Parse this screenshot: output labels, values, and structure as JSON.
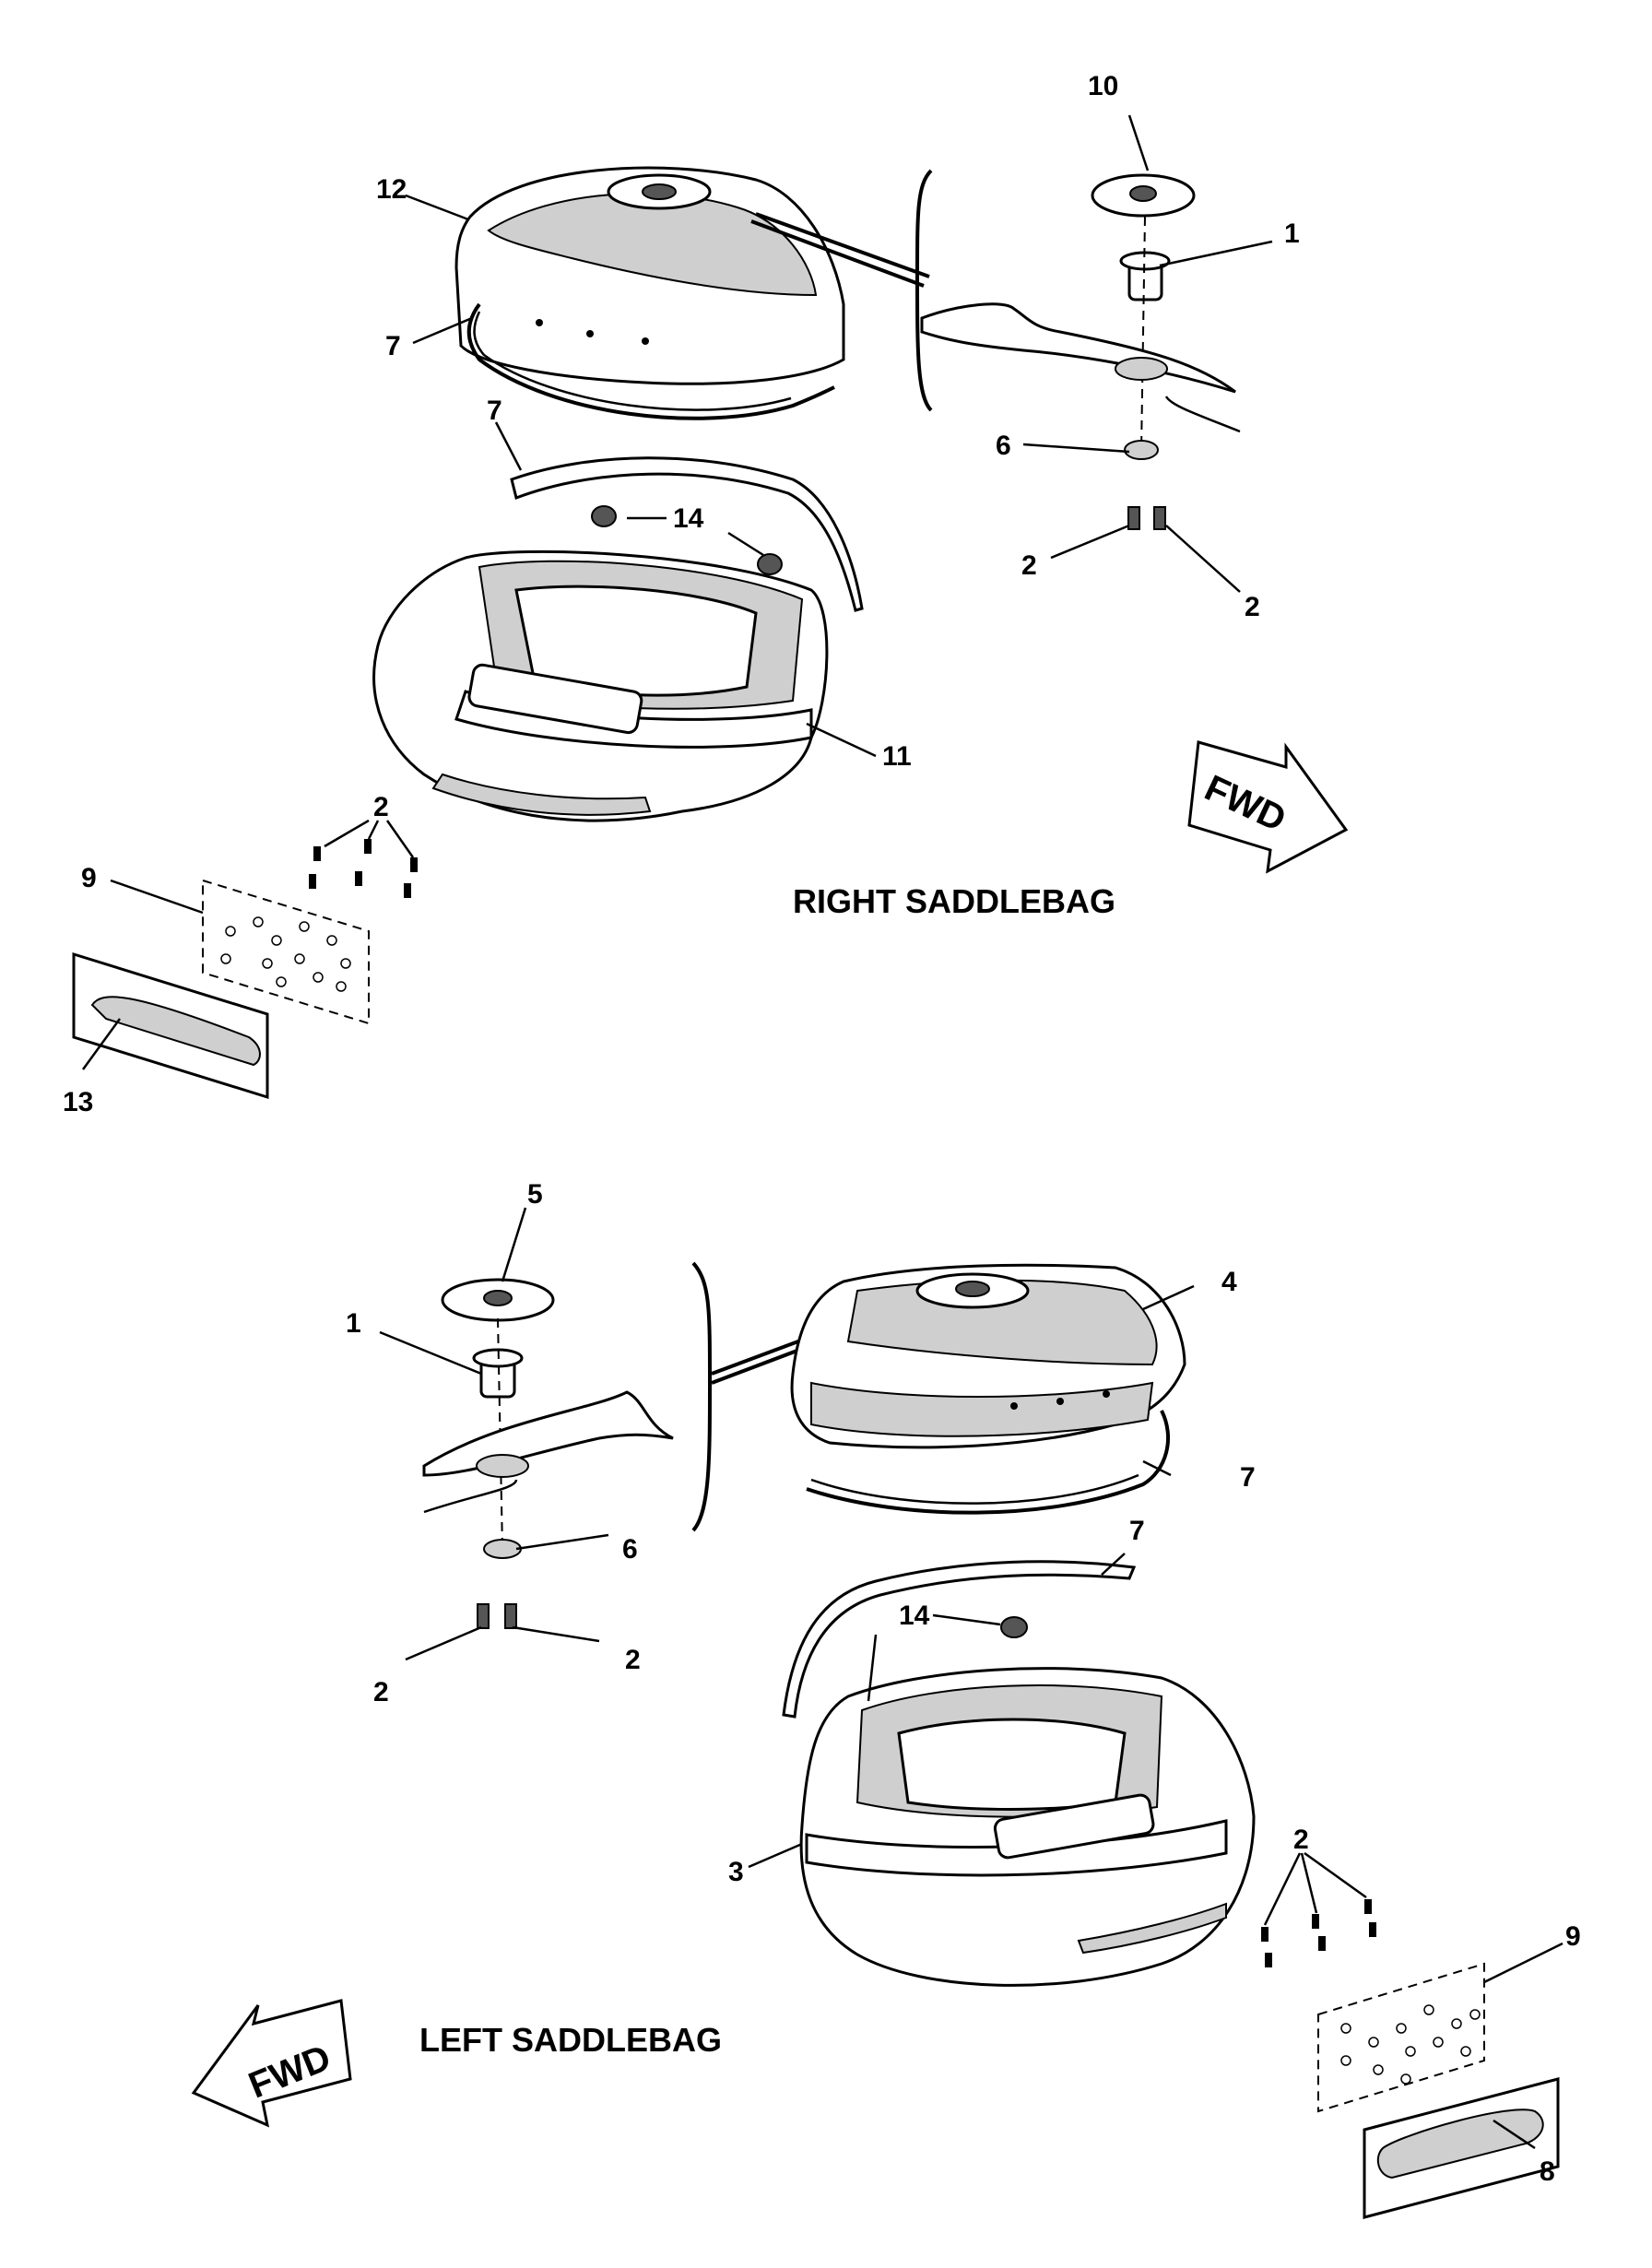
{
  "titles": {
    "right": "RIGHT SADDLEBAG",
    "left": "LEFT SADDLEBAG"
  },
  "fwd": "FWD",
  "callouts": {
    "r10": "10",
    "r1": "1",
    "r12": "12",
    "r7a": "7",
    "r7b": "7",
    "r6": "6",
    "r14": "14",
    "r2a": "2",
    "r2b": "2",
    "r11": "11",
    "r2c": "2",
    "r9": "9",
    "r13": "13",
    "l5": "5",
    "l1": "1",
    "l4": "4",
    "l7a": "7",
    "l6": "6",
    "l7b": "7",
    "l14": "14",
    "l2a": "2",
    "l2b": "2",
    "l3": "3",
    "l2c": "2",
    "l9": "9",
    "l8": "8"
  }
}
